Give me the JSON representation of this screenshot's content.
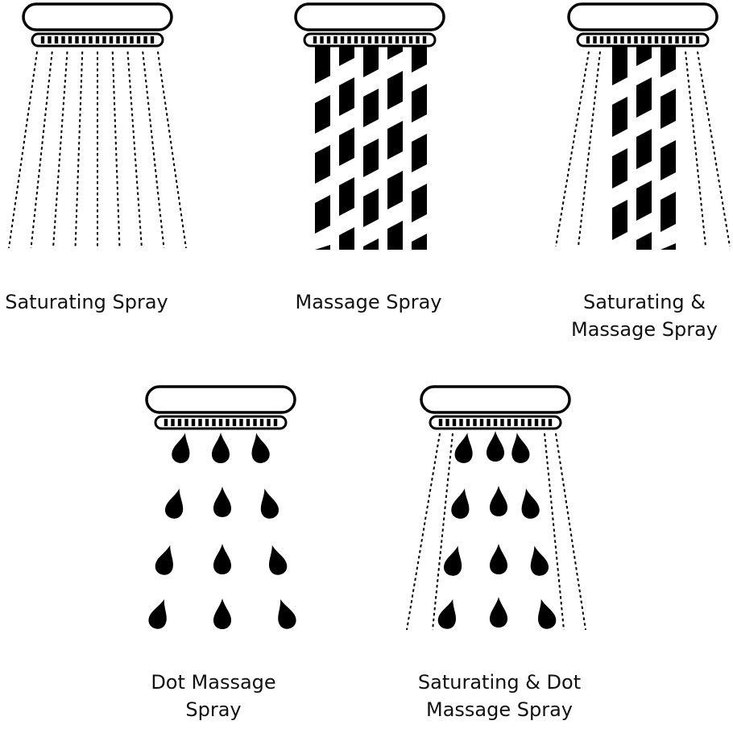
{
  "colors": {
    "ink": "#000000",
    "background": "#ffffff"
  },
  "panels": [
    {
      "id": "saturating",
      "pattern": "saturating",
      "icon": "shower-head-icon",
      "label_lines": [
        "Saturating Spray"
      ]
    },
    {
      "id": "massage",
      "pattern": "massage",
      "icon": "shower-head-icon",
      "label_lines": [
        "Massage Spray"
      ]
    },
    {
      "id": "saturating-massage",
      "pattern": "saturating-massage",
      "icon": "shower-head-icon",
      "label_lines": [
        "Saturating &",
        "Massage Spray"
      ]
    },
    {
      "id": "dot-massage",
      "pattern": "dot-massage",
      "icon": "shower-head-icon",
      "label_lines": [
        "Dot Massage",
        "Spray"
      ]
    },
    {
      "id": "saturating-dot-massage",
      "pattern": "saturating-dot-massage",
      "icon": "shower-head-icon",
      "label_lines": [
        "Saturating & Dot",
        "Massage Spray"
      ]
    }
  ]
}
